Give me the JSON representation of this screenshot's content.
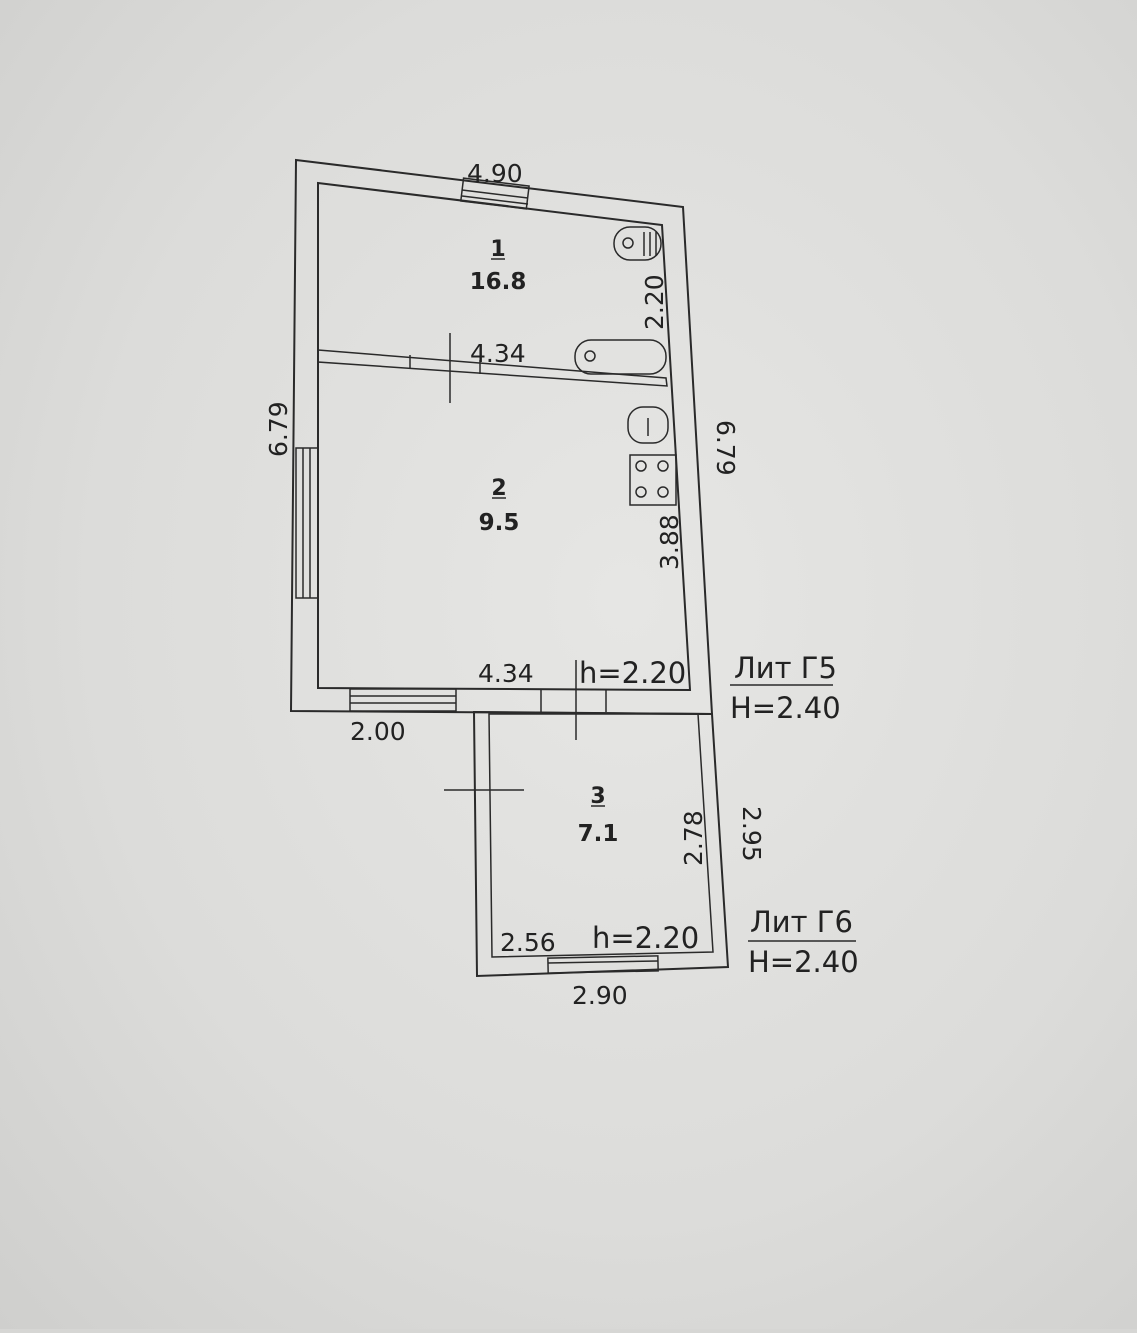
{
  "plan": {
    "dimensions": {
      "top_width": "4.90",
      "left_height": "6.79",
      "right_height": "6.79",
      "room2_inner_width": "4.34",
      "room2_inner_height": "2.20",
      "room1_inner_height": "3.88",
      "room1_inner_width": "4.34",
      "bottom_left_width": "2.00",
      "room3_inner_height": "2.78",
      "room3_outer_height": "2.95",
      "room3_inner_width": "2.56",
      "room3_outer_width": "2.90"
    },
    "rooms": [
      {
        "number": "2",
        "area": "9.5"
      },
      {
        "number": "1",
        "area": "16.8"
      },
      {
        "number": "3",
        "area": "7.1"
      }
    ],
    "heights": {
      "main_inner": "h=2.20",
      "annex_inner": "h=2.20"
    },
    "literals": {
      "g5_name": "Лит Г5",
      "g5_height": "H=2.40",
      "g6_name": "Лит Г6",
      "g6_height": "H=2.40"
    }
  }
}
